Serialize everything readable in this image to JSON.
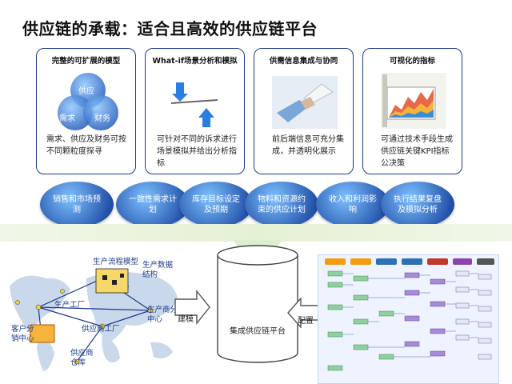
{
  "title": "供应链的承载：适合且高效的供应链平台",
  "cards": [
    {
      "title": "完整的可扩展的模型",
      "desc": "需求、供应及财务可按不同颗粒度探寻"
    },
    {
      "title": "What-if场景分析和模拟",
      "desc": "可针对不同的诉求进行场景模拟并给出分析指标"
    },
    {
      "title": "供需信息集成与协同",
      "desc": "前后端信息可充分集成，并透明化展示"
    },
    {
      "title": "可视化的指标",
      "desc": "可通过技术手段生成供应链关键KPI指标公决策"
    }
  ],
  "venn": {
    "top": "供应",
    "left": "需求",
    "right": "财务"
  },
  "circles": [
    "销售和市场预测",
    "一致性需求计划",
    "库存目标设定及预期",
    "物料和资源约束的供应计划",
    "收入和利润影响",
    "执行结果复盘及模拟分析"
  ],
  "center": {
    "platform": "集成供应链平台",
    "left_arrow": "建模",
    "right_arrow": "配置"
  },
  "map_labels": {
    "process_model": "生产流程模型",
    "data_structure": "生产数据结构",
    "factory": "生产工厂",
    "distribution_center": "生产商分销中心",
    "customer": "客户分销中心",
    "supplier_factory": "供应商工厂",
    "supplier_warehouse": "供应商仓库"
  },
  "colors": {
    "navy": "#1f3a8a",
    "circle_dark": "#1f4ea6",
    "circle_light": "#7ec0ff",
    "band": "#e5f1d4"
  }
}
